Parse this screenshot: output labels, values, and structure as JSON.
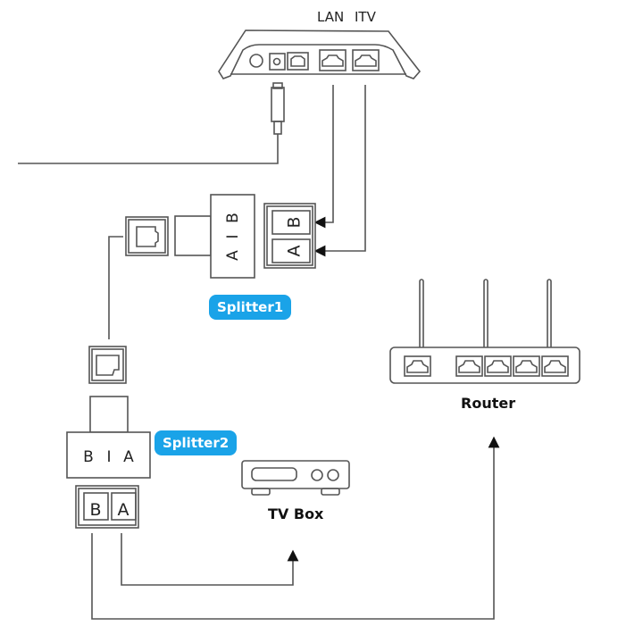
{
  "modem": {
    "port_labels": [
      "LAN",
      "ITV"
    ]
  },
  "splitter1": {
    "label": "Splitter1",
    "body_letters": [
      "A",
      "I",
      "B"
    ],
    "port_letters": [
      "B",
      "A"
    ]
  },
  "splitter2": {
    "label": "Splitter2",
    "body_letters": [
      "B",
      "I",
      "A"
    ],
    "port_letters": [
      "B",
      "A"
    ]
  },
  "router": {
    "label": "Router"
  },
  "tv_box": {
    "label": "TV Box"
  },
  "colors": {
    "badge": "#1aa3e8",
    "line": "#555555"
  }
}
